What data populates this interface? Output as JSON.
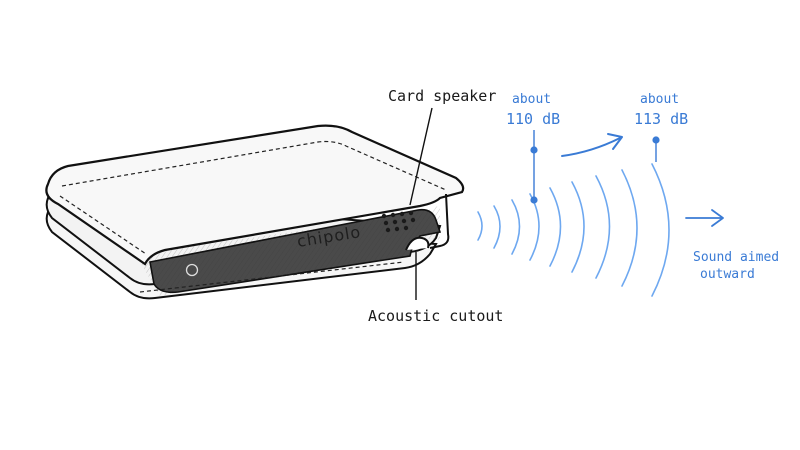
{
  "labels": {
    "card_speaker": "Card speaker",
    "acoustic_cutout": "Acoustic cutout",
    "brand": "chipolo",
    "reading_1_prefix": "about",
    "reading_1_value": "110 dB",
    "reading_2_prefix": "about",
    "reading_2_value": "113 dB",
    "direction_line1": "Sound aimed",
    "direction_line2": "outward"
  },
  "colors": {
    "accent": "#3a7bd5",
    "ink": "#1a1a1a",
    "card": "#4a4a4a"
  }
}
